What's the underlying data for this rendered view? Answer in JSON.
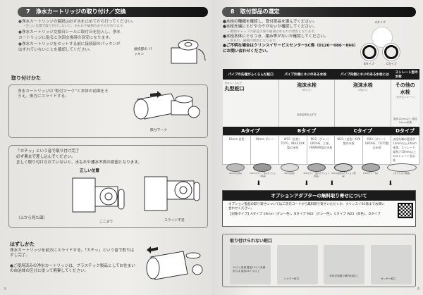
{
  "left": {
    "header": "7　浄水カートリッジの取り付け／交換",
    "bullets": [
      {
        "text": "●浄水カートリッジの着脱は必ず水を止めてから行ってください。",
        "sub": "・正しい位置で取り付けしないと、水もれや破損のおそれがあります。"
      },
      {
        "text": "●浄水カートリッジ交換日シールに取付日を記入し、浄水カートリッジに貼ると次回交換時の目安になります。"
      },
      {
        "text": "●浄水カートリッジをセットする前に接続部のパッキンがはずれていないことを確認してください。"
      }
    ],
    "packing_label": "接続部の パッキン",
    "install_title": "取り付けかた",
    "install_step": "浄水カートリッジの“取付マーク”と本体の前面をそろえ、後方にスライドする。",
    "mark_label": "取付マーク",
    "click_lines": [
      "「カチッ」という音で取り付け完了",
      "必ず奥まで差し込んでください。",
      "正しく取り付けられていないと、水もれや通水不良の原因となります。"
    ],
    "correct_position": "正しい位置",
    "top_view": "（上から見た図）",
    "here": "ここまで",
    "slide_short": "スライド不足",
    "remove_title": "はずしかた",
    "remove_text": "浄水カートリッジを前方にスライドする。「カチッ」という音で取りはずし完了。",
    "dispose_text": "●ご使用済みの浄水カートリッジは、プラスチック製品としてお住まいの自治体の区分に従って廃棄してください。",
    "page_number": "5"
  },
  "right": {
    "header": "8　取付部品の選定",
    "bullets": [
      {
        "text": "●水栓の種類を確認し、取付部品を選んでください。"
      },
      {
        "text": "●水栓先端にヒビやカケがないか確認してください。",
        "sub": "・断熱キャップの部品欠落や破損は水もれの原因となります。"
      },
      {
        "text": "●水栓本体にぐらつき、緩み等がないか確認してください。",
        "sub": "・水もれ、破損の原因となります。"
      },
      {
        "text": "●ご不明な場合はクリンスイサービスセンターSC係（0120－086－866）にお問い合わせください。",
        "bold": true
      }
    ],
    "type_icons": [
      "Aタイプ",
      "Bタイプ",
      "Cタイプ"
    ],
    "table": {
      "heads": [
        "パイプの先端がふくらんだ蛇口",
        "パイプ外側にネジのある水栓",
        "パイプ内側にネジのある水栓には",
        "ストレート型の水栓"
      ],
      "faucets": [
        {
          "small": "先のふくらんだ",
          "name": "丸型蛇口"
        },
        {
          "name": "泡沫水栓",
          "small": "（外ネジ）",
          "note": "泡沫金具をはずす"
        },
        {
          "name": "泡沫水栓",
          "small": "（内ネジ）"
        },
        {
          "name": "その他の水栓",
          "small": "（先がストレート）",
          "note": "直径13mm以上 直径24mm未満"
        }
      ],
      "types": [
        "Aタイプ",
        "Bタイプ",
        "Cタイプ",
        "Dタイプ"
      ],
      "specs": [
        "16mm 白色",
        "19mm グレー",
        "W22（白色）TOTO、INAX,KVK製の水栓",
        "M22（グレー）GROHE、三栄、YANMAR製の水栓",
        "W23（白色）KVK製の水栓",
        "M24（グレー）GROHE、TOTO製の水栓",
        "水栓先端の直径が13mm以上24mm未満、ストレート部長さ10mm以上のストレート型水栓"
      ]
    },
    "adapters": [
      "16mm(白色)",
      "19mm(グレー色)(オプション部品)",
      "W22(白色)",
      "M22(グレー色)(オプション部品)",
      "W23(白色)(オプション部品)",
      "M24(グレー色)",
      "(オプション部品)"
    ],
    "option": {
      "title": "オプションアダプターの無料取り寄せについて",
      "text": "オプション部品の取り寄せについては二次元コードから無料取り寄せいただくか、クリンスイSC係までお問い合わせください。",
      "target": "【対象タイプ】Aタイプ 19mm（グレー色）、Bタイプ M22（グレー色）、Cタイプ W23（白色）、Dタイプ"
    },
    "unusable": {
      "title": "取り付けられない蛇口",
      "items": [
        "10ミリ未満 直径13ミリ未満 または 直径24ミリ以上",
        "シャワー蛇口",
        "外形が四角や楕円の蛇口",
        "センサー蛇口"
      ]
    },
    "page_number": "6"
  }
}
